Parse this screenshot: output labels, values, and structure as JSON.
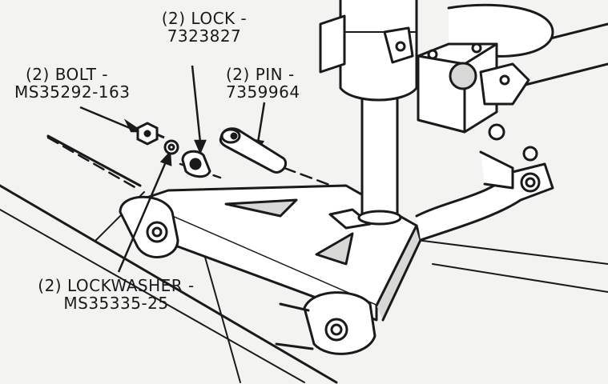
{
  "callouts": {
    "lock": {
      "name": "(2) LOCK -",
      "part": "7323827"
    },
    "pin": {
      "name": "(2) PIN -",
      "part": "7359964"
    },
    "bolt": {
      "name": "(2) BOLT -",
      "part": "MS35292-163"
    },
    "lockwasher": {
      "name": "(2) LOCKWASHER -",
      "part": "MS35335-25"
    }
  },
  "colors": {
    "ink": "#1a1a1a",
    "paper": "#f3f3f1",
    "fill": "#ffffff",
    "shade": "#d8d8d6"
  }
}
